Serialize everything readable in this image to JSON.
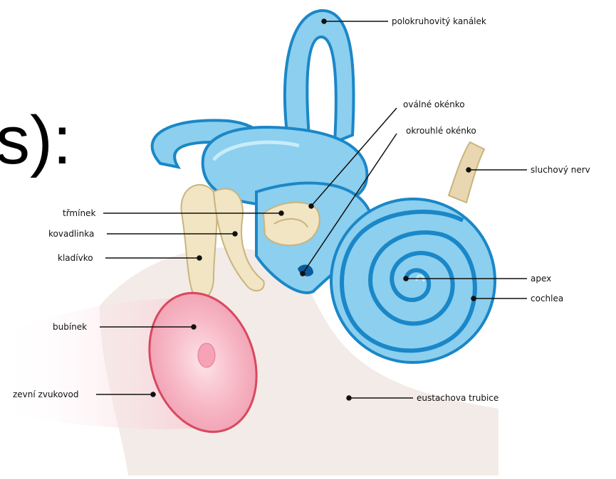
{
  "heading_fragment": "s):",
  "labels": {
    "semicircular_canal": "polokruhovitý kanálek",
    "oval_window": "oválné okénko",
    "round_window": "okrouhlé okénko",
    "auditory_nerve": "sluchový nerv",
    "stapes": "třmínek",
    "incus": "kovadlinka",
    "malleus": "kladívko",
    "apex": "apex",
    "cochlea": "cochlea",
    "eardrum": "bubínek",
    "ear_canal": "zevní zvukovod",
    "eustachian_tube": "eustachova trubice"
  },
  "colors": {
    "labyrinth_fill": "#8ccfee",
    "labyrinth_stroke": "#1a87c8",
    "ossicle_fill": "#f1e5c3",
    "ossicle_stroke": "#c9b47e",
    "eardrum_fill": "#f7b7c4",
    "eardrum_stroke": "#d9485f",
    "tissue_fill": "#f3ebe7",
    "nerve_fill": "#e8d7b0",
    "window_fill": "#0b5a9c"
  }
}
